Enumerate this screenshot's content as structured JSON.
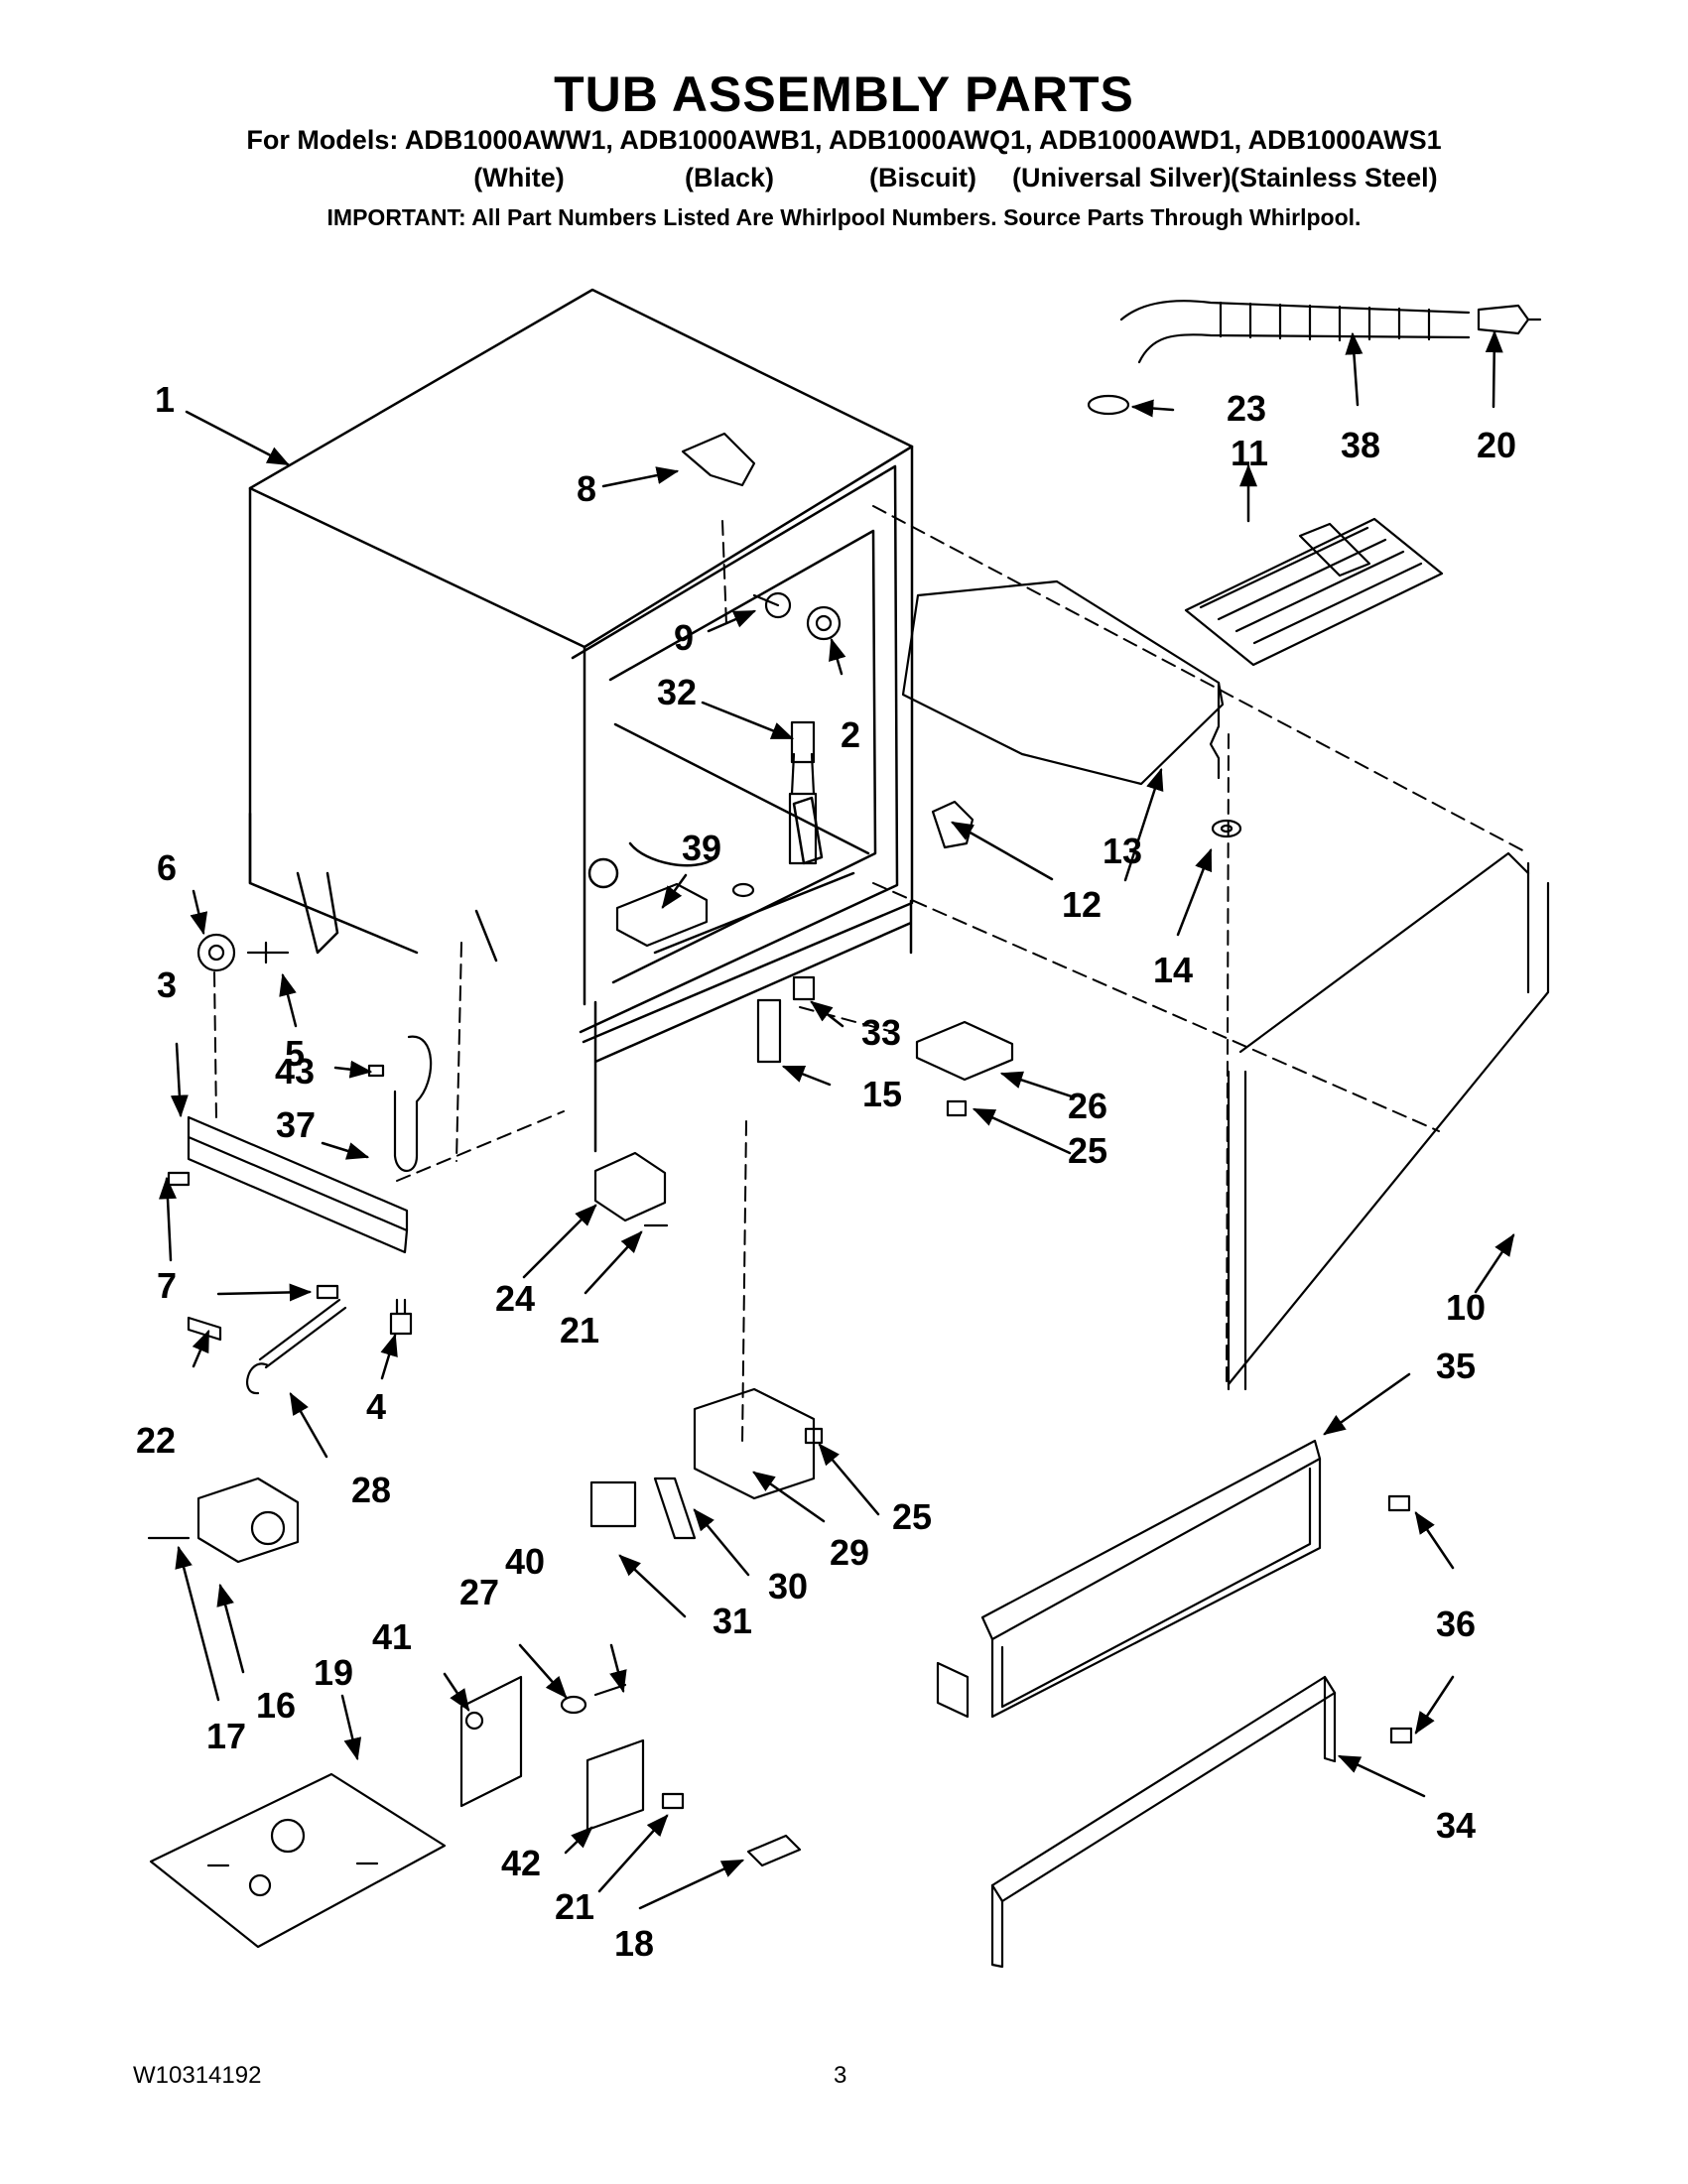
{
  "header": {
    "title": "TUB ASSEMBLY PARTS",
    "models_line": "For Models: ADB1000AWW1, ADB1000AWB1, ADB1000AWQ1, ADB1000AWD1, ADB1000AWS1",
    "colors": [
      "(White)",
      "(Black)",
      "(Biscuit)",
      "(Universal Silver)",
      "(Stainless Steel)"
    ],
    "important": "IMPORTANT: All Part Numbers Listed Are Whirlpool Numbers. Source Parts Through Whirlpool."
  },
  "callouts": [
    "1",
    "2",
    "3",
    "4",
    "5",
    "6",
    "7",
    "8",
    "9",
    "10",
    "11",
    "12",
    "13",
    "14",
    "15",
    "16",
    "17",
    "18",
    "19",
    "20",
    "21",
    "21",
    "22",
    "23",
    "24",
    "25",
    "25",
    "26",
    "27",
    "28",
    "29",
    "30",
    "31",
    "32",
    "33",
    "34",
    "35",
    "36",
    "36",
    "37",
    "38",
    "39",
    "40",
    "41",
    "42",
    "43"
  ],
  "footer": {
    "doc_number": "W10314192",
    "page_number": "3"
  }
}
